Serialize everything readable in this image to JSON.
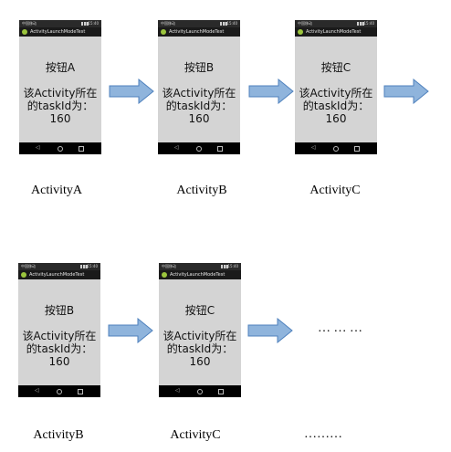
{
  "phone_common": {
    "carrier": "中国移动",
    "time": "15:40",
    "app_title": "ActivityLaunchModeTest",
    "task_info": "该Activity所在的taskId为：160"
  },
  "row1": {
    "phones": [
      {
        "button": "按钮A",
        "caption": "ActivityA"
      },
      {
        "button": "按钮B",
        "caption": "ActivityB"
      },
      {
        "button": "按钮C",
        "caption": "ActivityC"
      }
    ]
  },
  "row2": {
    "phones": [
      {
        "button": "按钮B",
        "caption": "ActivityB"
      },
      {
        "button": "按钮C",
        "caption": "ActivityC"
      }
    ],
    "ellipsis_diagram": "… … …",
    "ellipsis_caption": "………"
  },
  "colors": {
    "arrow_fill": "#8fb4dc",
    "arrow_stroke": "#4f81bd",
    "screen_bg": "#d4d4d4"
  }
}
